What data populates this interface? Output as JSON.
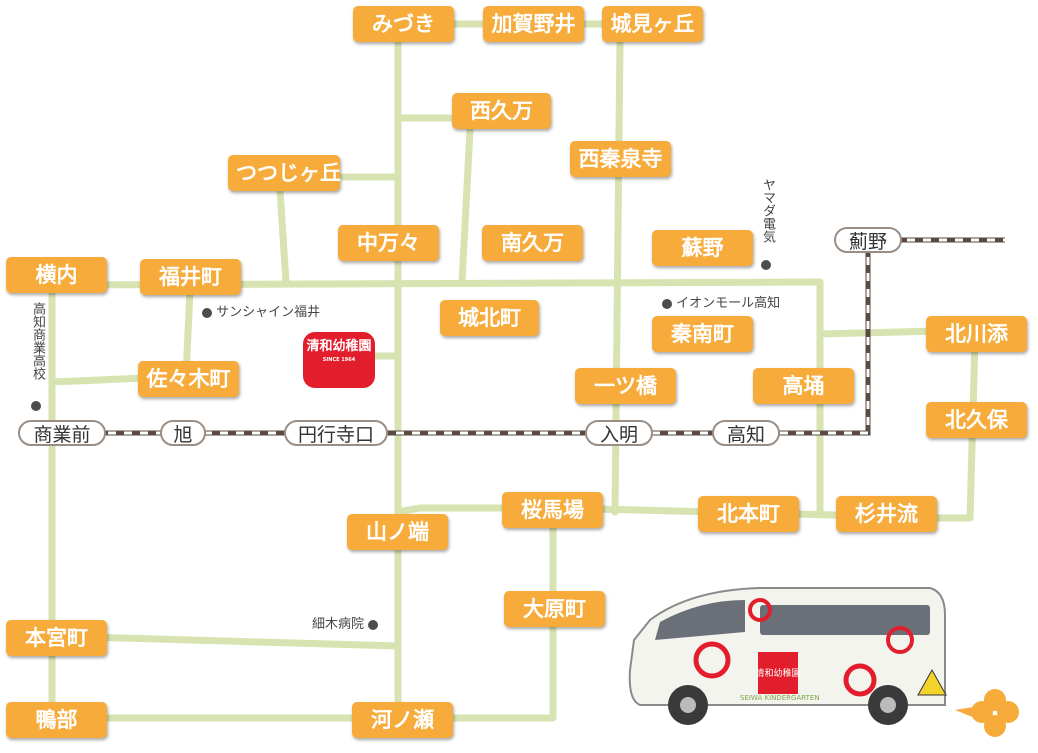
{
  "colors": {
    "label_fill": "#f6ab3b",
    "label_text": "#ffffff",
    "route_line": "#d7e3b0",
    "rail_dark": "#5a4a40",
    "station_border": "#9a8d84",
    "logo_red": "#e21e2d"
  },
  "bus_stops": [
    "みづき",
    "加賀野井",
    "城見ヶ丘",
    "西久万",
    "西秦泉寺",
    "つつじヶ丘",
    "中万々",
    "南久万",
    "蘇野",
    "横内",
    "福井町",
    "城北町",
    "秦南町",
    "北川添",
    "佐々木町",
    "一ツ橋",
    "高埇",
    "北久保",
    "桜馬場",
    "北本町",
    "杉井流",
    "山ノ端",
    "大原町",
    "本宮町",
    "鴨部",
    "河ノ瀬"
  ],
  "stations": [
    "商業前",
    "旭",
    "円行寺口",
    "入明",
    "高知",
    "薊野"
  ],
  "landmarks": [
    {
      "name": "サンシャイン福井",
      "marker": "dot"
    },
    {
      "name": "イオンモール高知",
      "marker": "dot"
    },
    {
      "name": "細木病院",
      "marker": "dot"
    },
    {
      "name": "ヤマダ電気",
      "marker": "dot",
      "orientation": "vertical"
    },
    {
      "name": "高知商業高校",
      "marker": "dot",
      "orientation": "vertical"
    }
  ],
  "logo": {
    "main": "清和幼稚園",
    "sub": "SINCE 1964"
  },
  "bus_icon": "kindergarten-bus-illustration",
  "bus_text": {
    "kindergarten_en": "SEIWA KINDERGARTEN",
    "name": "清和幼稚園"
  },
  "flower_icon": "orange-flower-icon"
}
